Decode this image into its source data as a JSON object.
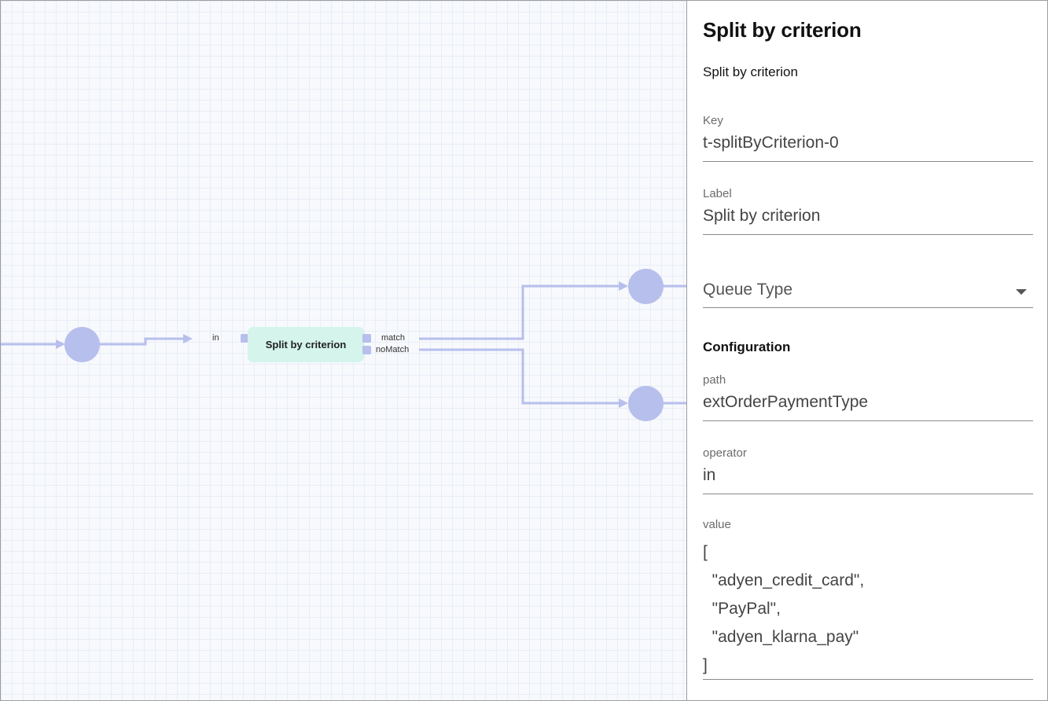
{
  "canvas": {
    "task_node_label": "Split by criterion",
    "port_in_label": "in",
    "port_match_label": "match",
    "port_nomatch_label": "noMatch",
    "edge_color": "#b7bfec",
    "node_color": "#b7bfec",
    "task_color": "#d4f4ec"
  },
  "panel": {
    "title": "Split by criterion",
    "subtitle": "Split by criterion",
    "key": {
      "label": "Key",
      "value": "t-splitByCriterion-0"
    },
    "label": {
      "label": "Label",
      "value": "Split by criterion"
    },
    "queue_type": {
      "placeholder": "Queue Type"
    },
    "configuration_title": "Configuration",
    "path": {
      "label": "path",
      "value": "extOrderPaymentType"
    },
    "operator": {
      "label": "operator",
      "value": "in"
    },
    "value": {
      "label": "value",
      "lines": [
        "[",
        "  \"adyen_credit_card\",",
        "  \"PayPal\",",
        "  \"adyen_klarna_pay\"",
        "]"
      ]
    }
  }
}
